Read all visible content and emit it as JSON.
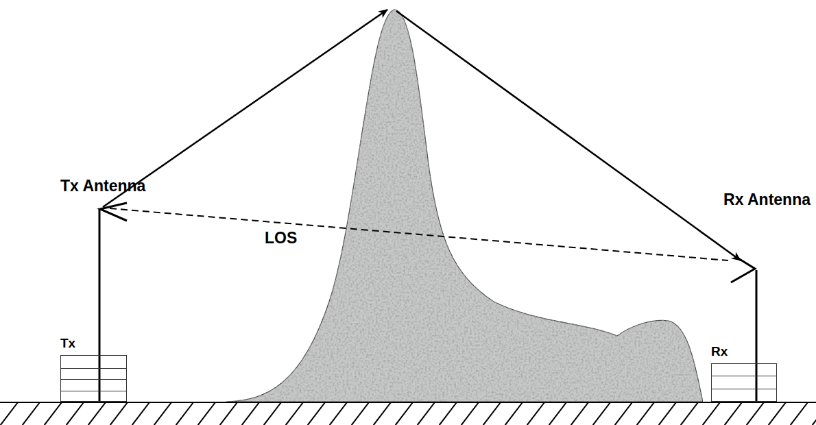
{
  "diagram": {
    "nodes": [
      {
        "text": [
          "Tx"
        ]
      },
      {
        "text": [
          "Rx"
        ]
      }
    ],
    "labels": [
      "Tx Antenna",
      "LOS",
      "Rx Antenna"
    ]
  }
}
